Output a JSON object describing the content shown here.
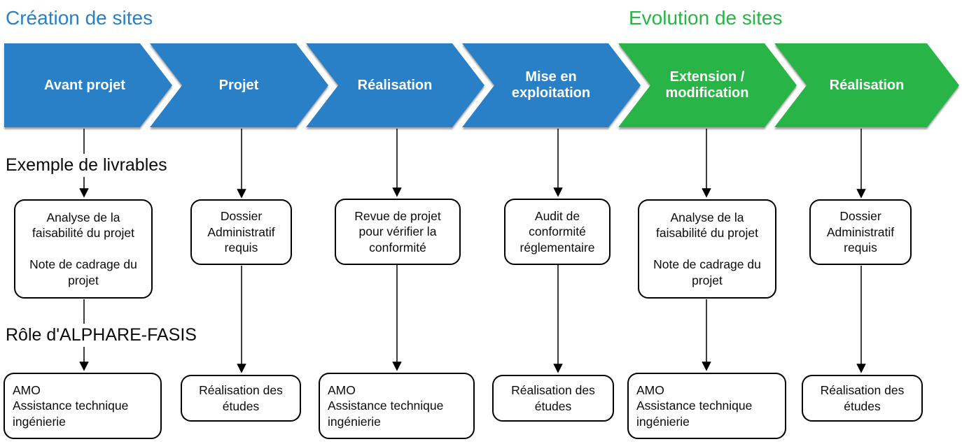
{
  "colors": {
    "blue": "#2A80C6",
    "green": "#28B446",
    "connector": "#000000",
    "box_border": "#000000",
    "stage_text": "#FFFFFF"
  },
  "group_titles": {
    "creation": "Création de sites",
    "evolution": "Evolution de sites"
  },
  "row_headings": {
    "deliverables": "Exemple de livrables",
    "role": "Rôle d'ALPHARE-FASIS"
  },
  "stages": [
    {
      "label": "Avant projet",
      "group": "creation"
    },
    {
      "label": "Projet",
      "group": "creation"
    },
    {
      "label": "Réalisation",
      "group": "creation"
    },
    {
      "label": "Mise en\nexploitation",
      "group": "creation"
    },
    {
      "label": "Extension /\nmodification",
      "group": "evolution"
    },
    {
      "label": "Réalisation",
      "group": "evolution"
    }
  ],
  "deliverables": [
    {
      "text": "Analyse de la faisabilité du projet\n\nNote de cadrage du projet"
    },
    {
      "text": "Dossier Administratif requis"
    },
    {
      "text": "Revue de projet pour vérifier la conformité"
    },
    {
      "text": "Audit de conformité réglementaire"
    },
    {
      "text": "Analyse de la faisabilité du projet\n\nNote de cadrage du projet"
    },
    {
      "text": "Dossier Administratif requis"
    }
  ],
  "roles": [
    {
      "text": "AMO\nAssistance technique\ningénierie"
    },
    {
      "text": "Réalisation des études"
    },
    {
      "text": "AMO\nAssistance technique\ningénierie"
    },
    {
      "text": "Réalisation des études"
    },
    {
      "text": "AMO\nAssistance technique\ningénierie"
    },
    {
      "text": "Réalisation des études"
    }
  ]
}
